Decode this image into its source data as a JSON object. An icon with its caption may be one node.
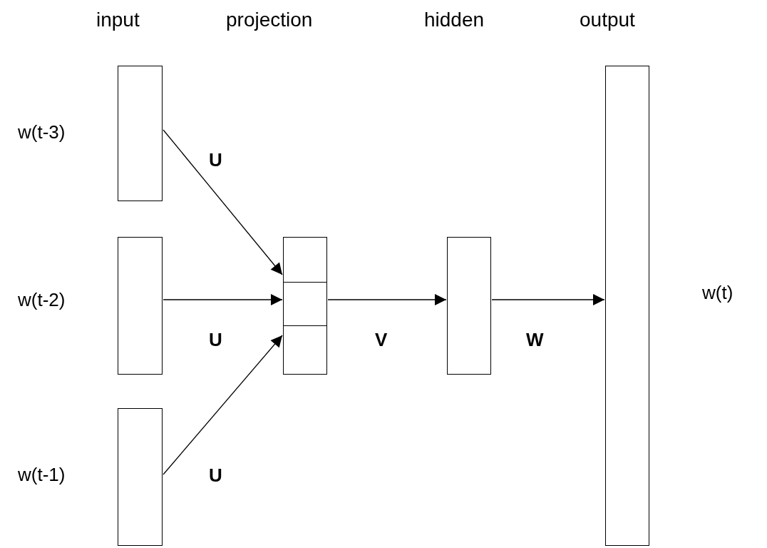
{
  "diagram": {
    "nodes": [
      {
        "text": [],
        "shape": "box",
        "beside": [
          "w(t-3)"
        ]
      },
      {
        "text": [],
        "shape": "box",
        "beside": [
          "w(t-2)"
        ]
      },
      {
        "text": [],
        "shape": "box",
        "beside": [
          "w(t-1)"
        ]
      },
      {
        "text": [],
        "shape": "box"
      },
      {
        "text": [],
        "shape": "box",
        "in": 3
      },
      {
        "text": [],
        "shape": "box",
        "in": 3
      },
      {
        "text": [],
        "shape": "box",
        "in": 3
      },
      {
        "text": [],
        "shape": "box"
      },
      {
        "text": [],
        "shape": "box",
        "beside": [
          "w(t)"
        ]
      }
    ],
    "edges": [
      {
        "from": 0,
        "to": 4,
        "arrow": "to",
        "label": "U"
      },
      {
        "from": 1,
        "to": 5,
        "arrow": "to",
        "label": "U"
      },
      {
        "from": 2,
        "to": 6,
        "arrow": "to",
        "label": "U"
      },
      {
        "from": 3,
        "to": 7,
        "arrow": "to",
        "label": "V"
      },
      {
        "from": 7,
        "to": 8,
        "arrow": "to",
        "label": "W"
      }
    ],
    "labels": [
      "input",
      "projection",
      "hidden",
      "output"
    ]
  }
}
